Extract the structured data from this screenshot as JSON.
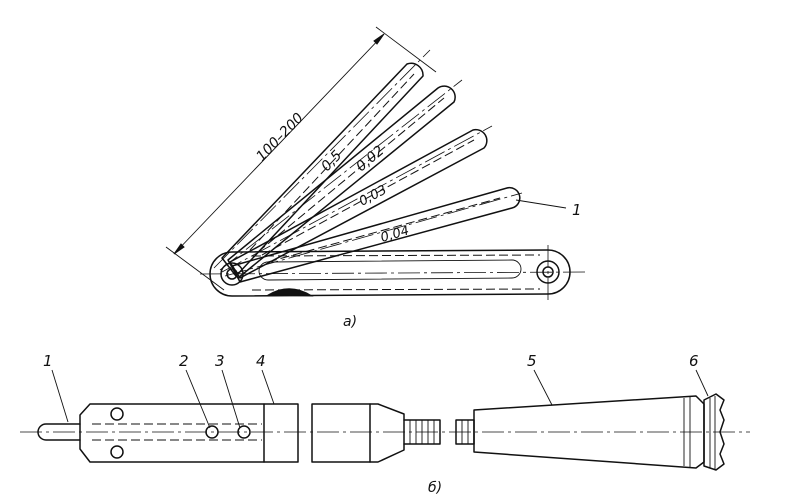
{
  "figure_a": {
    "caption": "а)",
    "dimension": "100–200",
    "blade_labels": [
      "0,5",
      "0,02",
      "0,03",
      "0,04"
    ],
    "part_label": "1"
  },
  "figure_b": {
    "caption": "б)",
    "part_labels": [
      "1",
      "2",
      "3",
      "4",
      "5",
      "6"
    ]
  }
}
